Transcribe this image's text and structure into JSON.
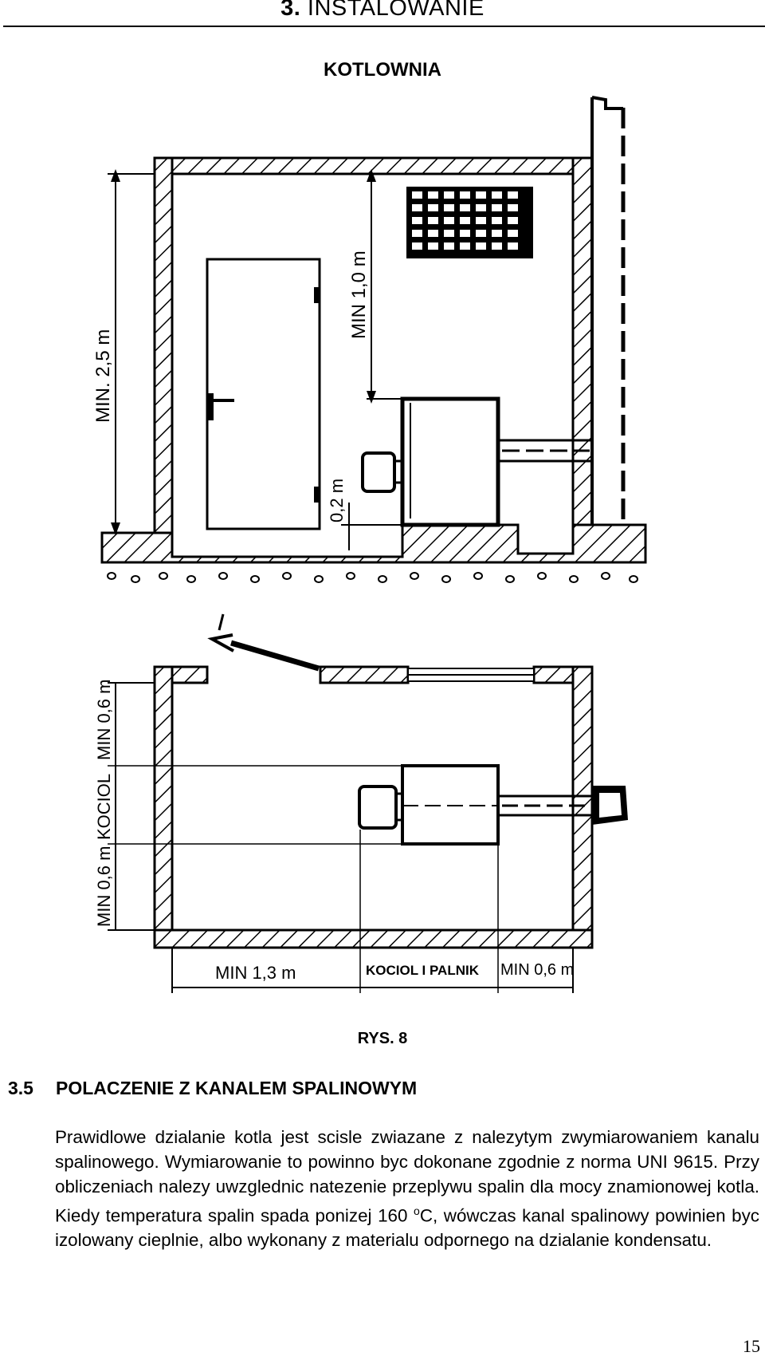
{
  "header": {
    "number": "3.",
    "title": "INSTALOWANIE"
  },
  "figure": {
    "title": "KOTLOWNIA",
    "caption": "RYS. 8",
    "labels": {
      "min_height": "MIN. 2,5 m",
      "min_top_clearance": "MIN 1,0 m",
      "min_base": "0,2 m",
      "side_left": "MIN 0,6 m",
      "side_boiler": "KOCIOL",
      "side_right": "MIN 0,6 m",
      "bottom_left": "MIN 1,3 m",
      "bottom_center": "KOCIOL I PALNIK",
      "bottom_right": "MIN 0,6 m"
    }
  },
  "section": {
    "number": "3.5",
    "title": "POLACZENIE Z KANALEM SPALINOWYM"
  },
  "paragraph": {
    "text_before_degree": "Prawidlowe dzialanie kotla jest scisle zwiazane z nalezytym zwymiarowaniem kanalu spalinowego. Wymiarowanie to powinno byc dokonane zgodnie z norma UNI 9615. Przy obliczeniach nalezy uwzglednic natezenie przeplywu spalin dla mocy znamionowej kotla. Kiedy temperatura spalin spada ponizej 160 ",
    "degree": "o",
    "text_after_degree": "C, wówczas kanal spalinowy powinien byc izolowany cieplnie, albo wykonany z materialu odpornego na dzialanie kondensatu."
  },
  "page_number": "15"
}
